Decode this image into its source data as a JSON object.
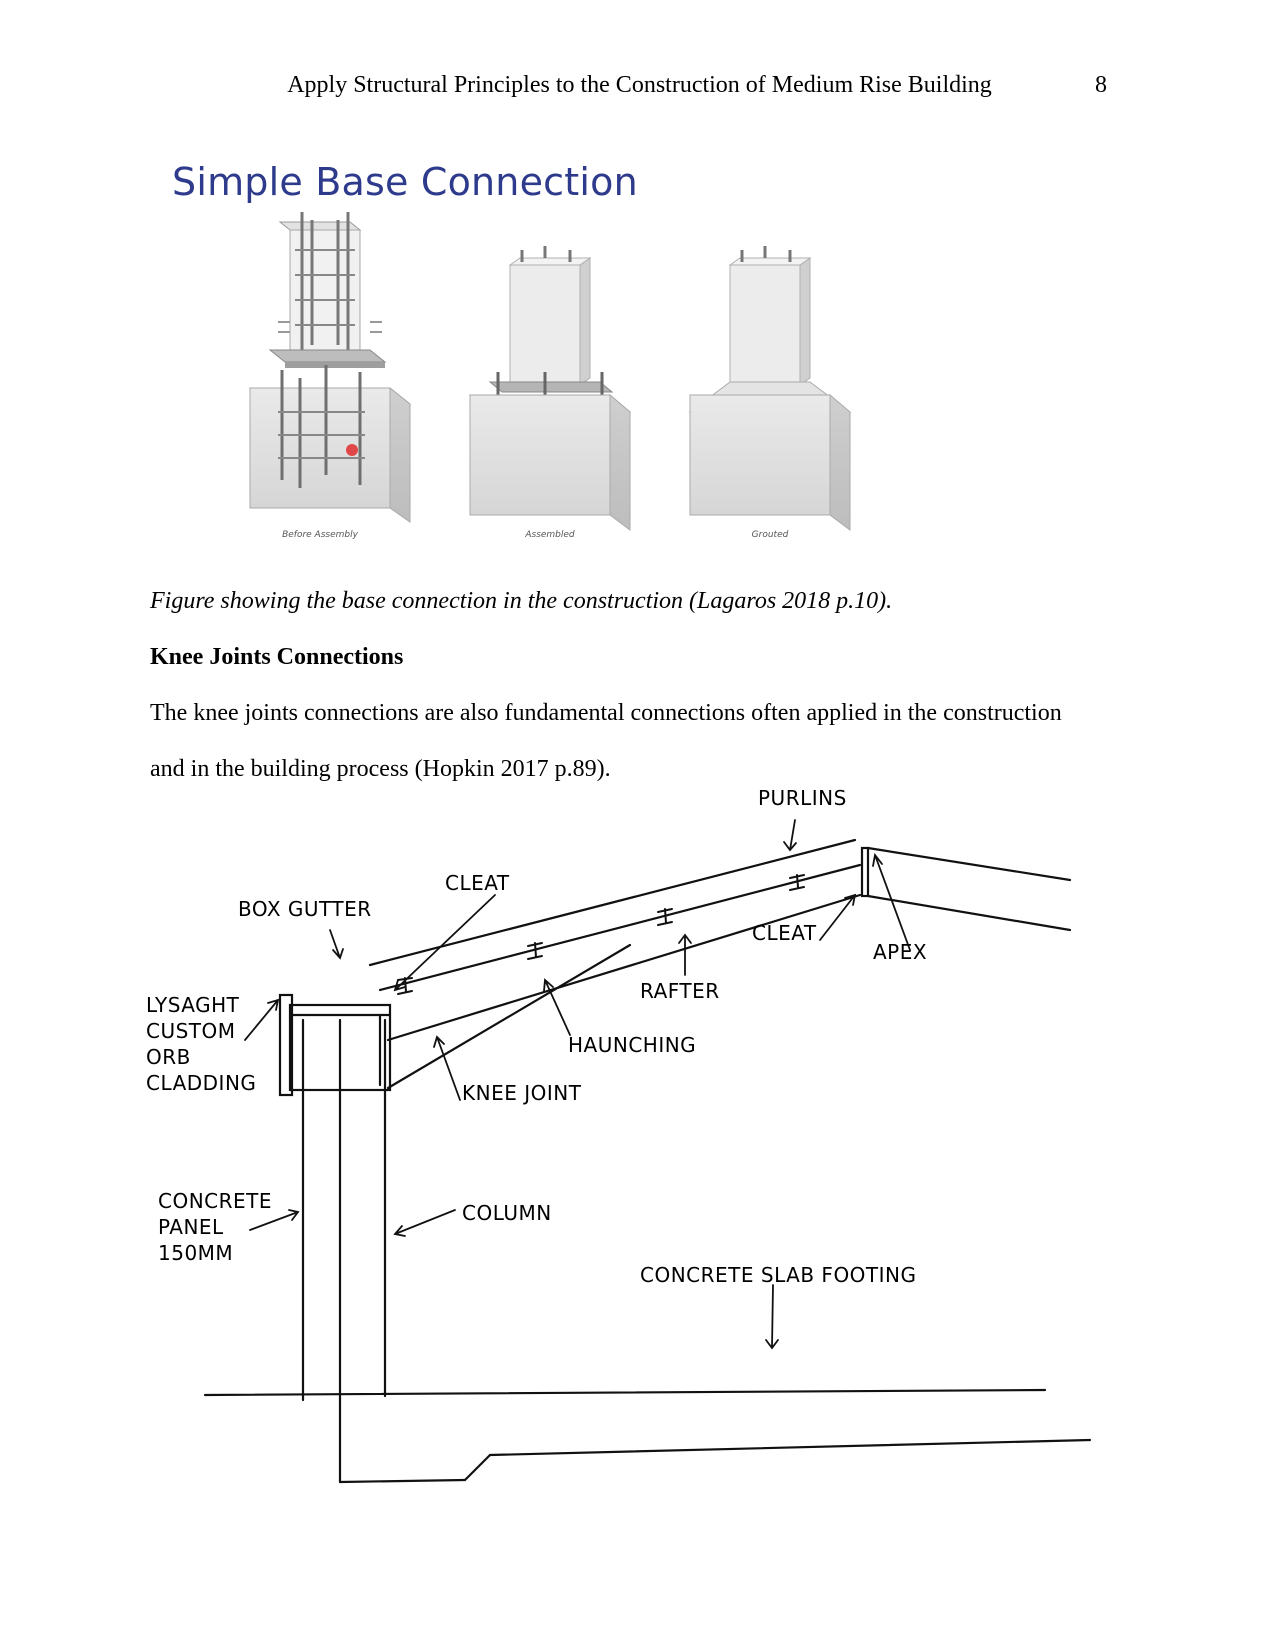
{
  "header": {
    "running_title": "Apply Structural Principles to the Construction of Medium Rise Building",
    "page_number": "8"
  },
  "figure1": {
    "title": "Simple Base Connection",
    "stages": [
      "Before Assembly",
      "Assembled",
      "Grouted"
    ]
  },
  "caption": "Figure showing the base connection in the construction (Lagaros 2018 p.10).",
  "section": {
    "heading": "Knee Joints Connections",
    "paragraph_lines": [
      "The knee joints connections are also fundamental connections often applied in the construction",
      "and in the building process (Hopkin 2017 p.89)."
    ]
  },
  "figure2": {
    "labels": {
      "purlins": "Purlins",
      "cleat_top": "Cleat",
      "box_gutter": "Box Gutter",
      "cleat_right": "Cleat",
      "apex": "Apex",
      "cladding": [
        "Lysaght",
        "Custom",
        "Orb",
        "Cladding"
      ],
      "rafter": "Rafter",
      "haunching": "Haunching",
      "knee_joint": "Knee Joint",
      "concrete_panel": [
        "Concrete",
        "Panel",
        "150mm"
      ],
      "column": "Column",
      "slab_footing": "Concrete Slab Footing"
    }
  }
}
